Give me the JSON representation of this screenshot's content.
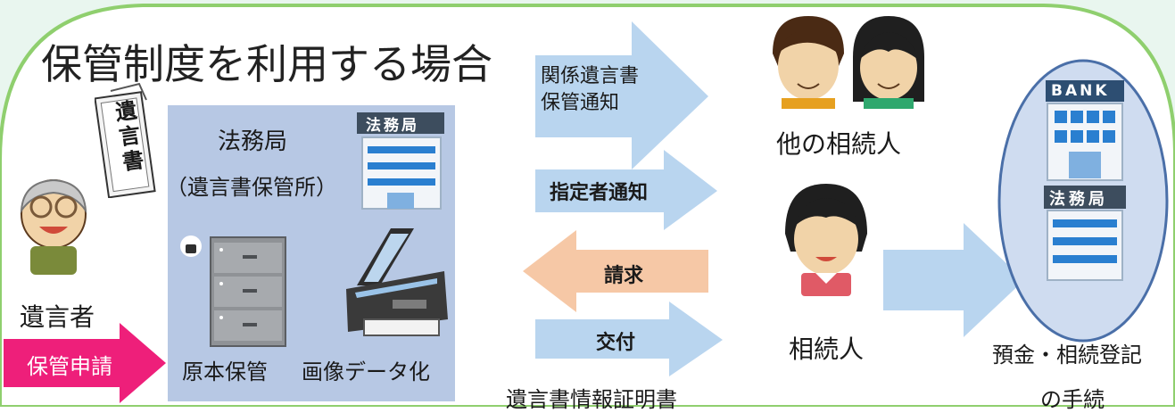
{
  "title": "保管制度を利用する場合",
  "colors": {
    "background_tint": "#e9f6ef",
    "border_green": "#8fcf6e",
    "office_panel": "#b7c8e4",
    "arrow_blue": "#b9d5ef",
    "arrow_peach": "#f6c8a6",
    "arrow_pink": "#ee1f7a",
    "bank_oval": "#cfdcf0"
  },
  "testator": {
    "label": "遺言者",
    "apply_arrow": "保管申請",
    "document_tag": "遺言書"
  },
  "legal_office": {
    "name": "法務局",
    "subname": "（遺言書保管所）",
    "sign": "法務局",
    "storage_label": "原本保管",
    "scan_label": "画像データ化"
  },
  "arrows": {
    "notice_related": "関係遺言書\n保管通知",
    "designee_notice": "指定者通知",
    "request": "請求",
    "issue": "交付"
  },
  "certificate_label": "遺言書情報証明書",
  "other_heirs_label": "他の相続人",
  "heir_label": "相続人",
  "bank": {
    "sign": "BANK",
    "office_sign": "法務局",
    "procedures_line1": "預金・相続登記",
    "procedures_line2": "の手続"
  }
}
